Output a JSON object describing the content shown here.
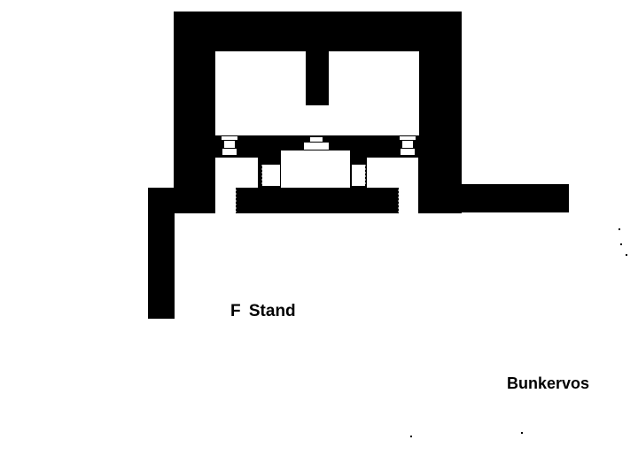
{
  "diagram": {
    "type": "floor-plan",
    "labels": {
      "stand": "F  Stand",
      "signature": "Bunkervos"
    },
    "colors": {
      "wall": "#000000",
      "background": "#ffffff"
    },
    "elements": [
      "bunker-walls",
      "upper-chamber",
      "central-pier",
      "gun-mounts",
      "embrasure-openings",
      "outer-wing-walls"
    ]
  }
}
